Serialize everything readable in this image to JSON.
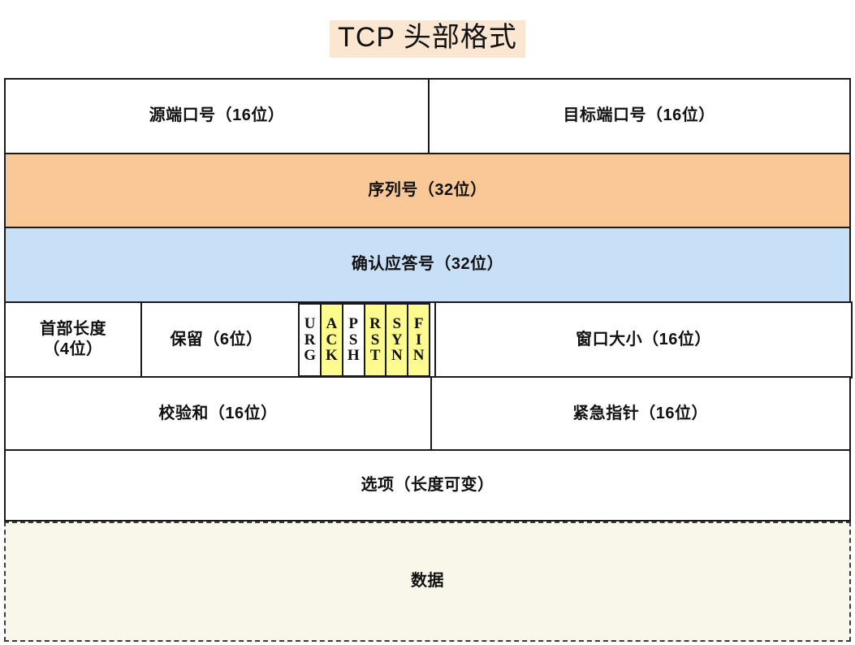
{
  "title": "TCP 头部格式",
  "colors": {
    "title_highlight": "#FBE6D2",
    "sequence_row": "#FAC896",
    "ack_row": "#C8DFF8",
    "flag_set": "#FCFB8D",
    "data_section": "#F8F7EA",
    "border": "#1a1a1a"
  },
  "header": {
    "rows": [
      {
        "name": "ports",
        "cells": [
          {
            "label": "源端口号（16位）",
            "bits": "16"
          },
          {
            "label": "目标端口号（16位）",
            "bits": "16"
          }
        ]
      },
      {
        "name": "sequence-number",
        "cells": [
          {
            "label": "序列号（32位）",
            "bits": "32"
          }
        ]
      },
      {
        "name": "acknowledgement-number",
        "cells": [
          {
            "label": "确认应答号（32位）",
            "bits": "32"
          }
        ]
      },
      {
        "name": "offset-reserved-flags-window",
        "cells": [
          {
            "label": "首部长度\n（4位）",
            "bits": "4"
          },
          {
            "label": "保留（6位）",
            "bits": "6"
          },
          {
            "label": "窗口大小（16位）",
            "bits": "16"
          }
        ]
      },
      {
        "name": "checksum-urgent",
        "cells": [
          {
            "label": "校验和（16位）",
            "bits": "16"
          },
          {
            "label": "紧急指针（16位）",
            "bits": "16"
          }
        ]
      },
      {
        "name": "options",
        "cells": [
          {
            "label": "选项（长度可变）",
            "bits": "variable"
          }
        ]
      }
    ],
    "flags": [
      {
        "name": "URG",
        "letters": [
          "U",
          "R",
          "G"
        ],
        "set": false
      },
      {
        "name": "ACK",
        "letters": [
          "A",
          "C",
          "K"
        ],
        "set": true
      },
      {
        "name": "PSH",
        "letters": [
          "P",
          "S",
          "H"
        ],
        "set": false
      },
      {
        "name": "RST",
        "letters": [
          "R",
          "S",
          "T"
        ],
        "set": true
      },
      {
        "name": "SYN",
        "letters": [
          "S",
          "Y",
          "N"
        ],
        "set": true
      },
      {
        "name": "FIN",
        "letters": [
          "F",
          "I",
          "N"
        ],
        "set": true
      }
    ]
  },
  "payload": {
    "label": "数据"
  }
}
